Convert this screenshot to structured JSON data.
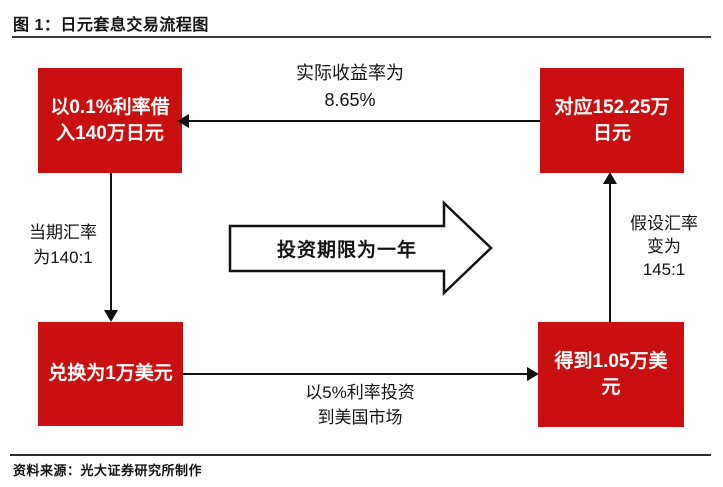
{
  "header": {
    "title": "图 1：日元套息交易流程图"
  },
  "colors": {
    "box_red": "#c90f0f",
    "box_text": "#ffffff",
    "line_black": "#111111"
  },
  "flowchart": {
    "boxes": {
      "top_left": {
        "lines": [
          "以0.1%利率借",
          "入140万日元"
        ],
        "full_text": "以0.1%利率借入140万日元"
      },
      "top_right": {
        "lines": [
          "对应152.25万",
          "日元"
        ],
        "full_text": "对应152.25万日元"
      },
      "bottom_left": {
        "lines": [
          "兑换为1万美元"
        ],
        "full_text": "兑换为1万美元"
      },
      "bottom_right": {
        "lines": [
          "得到1.05万美",
          "元"
        ],
        "full_text": "得到1.05万美元"
      }
    },
    "labels": {
      "top": {
        "line1": "实际收益率为",
        "line2": "8.65%"
      },
      "left": {
        "line1": "当期汇率",
        "line2": "为140:1"
      },
      "right": {
        "line1": "假设汇率",
        "line2": "变为",
        "line3": "145:1"
      },
      "bottom": {
        "line1": "以5%利率投资",
        "line2": "到美国市场"
      },
      "center": "投资期限为一年"
    }
  },
  "footer": {
    "source": "资料来源：光大证券研究所制作"
  }
}
